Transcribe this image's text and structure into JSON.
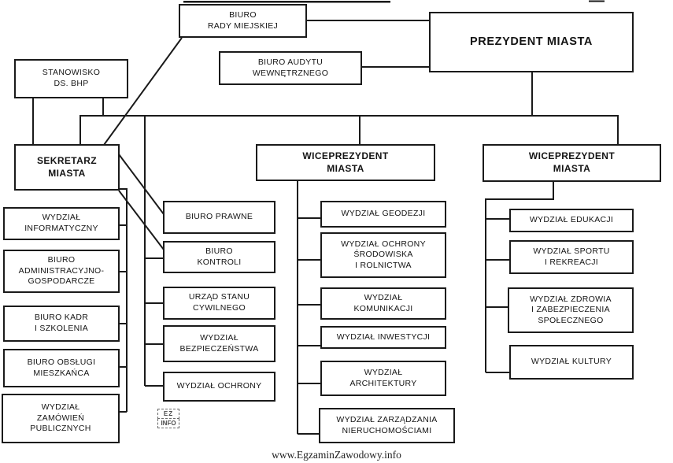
{
  "org": {
    "biuro_rady": {
      "label": "BIURO\nRADY MIEJSKIEJ"
    },
    "prezydent": {
      "label": "PREZYDENT MIASTA"
    },
    "biuro_audytu": {
      "label": "BIURO AUDYTU\nWEWNĘTRZNEGO"
    },
    "stanowisko_bhp": {
      "label": "STANOWISKO\nDS. BHP"
    },
    "sekretarz": {
      "label": "SEKRETARZ\nMIASTA"
    },
    "wiceprezydent_1": {
      "label": "WICEPREZYDENT\nMIASTA"
    },
    "wiceprezydent_2": {
      "label": "WICEPREZYDENT\nMIASTA"
    },
    "sekretarz_col_a": [
      {
        "label": "WYDZIAŁ\nINFORMATYCZNY"
      },
      {
        "label": "BIURO\nADMINISTRACYJNO-\nGOSPODARCZE"
      },
      {
        "label": "BIURO KADR\nI SZKOLENIA"
      },
      {
        "label": "BIURO OBSŁUGI\nMIESZKAŃCA"
      },
      {
        "label": "WYDZIAŁ\nZAMÓWIEŃ\nPUBLICZNYCH"
      }
    ],
    "sekretarz_col_b": [
      {
        "label": "BIURO PRAWNE"
      },
      {
        "label": "BIURO\nKONTROLI"
      },
      {
        "label": "URZĄD STANU\nCYWILNEGO"
      },
      {
        "label": "WYDZIAŁ\nBEZPIECZEŃSTWA"
      },
      {
        "label": "WYDZIAŁ OCHRONY"
      }
    ],
    "wice1_units": [
      {
        "label": "WYDZIAŁ GEODEZJI"
      },
      {
        "label": "WYDZIAŁ OCHRONY\nŚRODOWISKA\nI ROLNICTWA"
      },
      {
        "label": "WYDZIAŁ\nKOMUNIKACJI"
      },
      {
        "label": "WYDZIAŁ INWESTYCJI"
      },
      {
        "label": "WYDZIAŁ\nARCHITEKTURY"
      },
      {
        "label": "WYDZIAŁ ZARZĄDZANIA\nNIERUCHOMOŚCIAMI"
      }
    ],
    "wice2_units": [
      {
        "label": "WYDZIAŁ EDUKACJI"
      },
      {
        "label": "WYDZIAŁ SPORTU\nI REKREACJI"
      },
      {
        "label": "WYDZIAŁ ZDROWIA\nI ZABEZPIECZENIA\nSPOŁECZNEGO"
      },
      {
        "label": "WYDZIAŁ KULTURY"
      }
    ]
  },
  "watermark_stamp": {
    "line1": "EZ",
    "line2": "INFO"
  },
  "footer": {
    "url": "www.EgzaminZawodowy.info"
  }
}
